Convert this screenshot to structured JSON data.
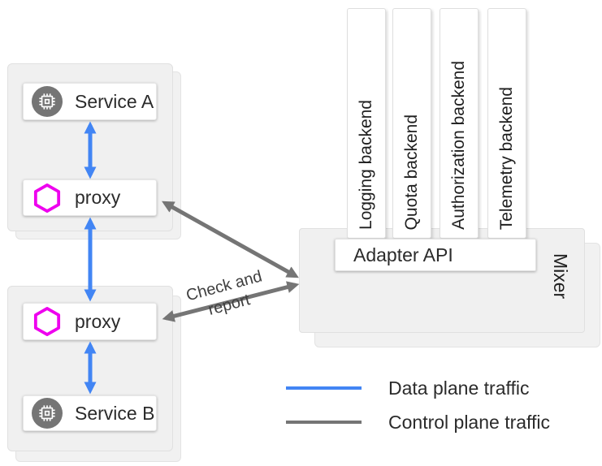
{
  "diagram": {
    "service_a_card": {
      "service_label": "Service A",
      "proxy_label": "proxy"
    },
    "service_b_card": {
      "proxy_label": "proxy",
      "service_label": "Service B"
    },
    "mixer": {
      "label": "Mixer",
      "adapter_api_label": "Adapter API",
      "backends": [
        {
          "label": "Logging backend"
        },
        {
          "label": "Quota backend"
        },
        {
          "label": "Authorization backend"
        },
        {
          "label": "Telemetry backend"
        }
      ]
    },
    "annotations": {
      "check_and_report": "Check and report"
    },
    "legend": {
      "items": [
        {
          "label": "Data plane traffic",
          "color": "#4285f4"
        },
        {
          "label": "Control plane traffic",
          "color": "#757575"
        }
      ]
    },
    "colors": {
      "data_plane_blue": "#4285f4",
      "control_plane_gray": "#757575",
      "proxy_hexagon_magenta": "#ee00ee",
      "service_icon_gray": "#757575",
      "card_background": "#f0f0f0"
    },
    "icons": {
      "service": "chip-icon",
      "proxy": "hexagon-icon"
    }
  }
}
